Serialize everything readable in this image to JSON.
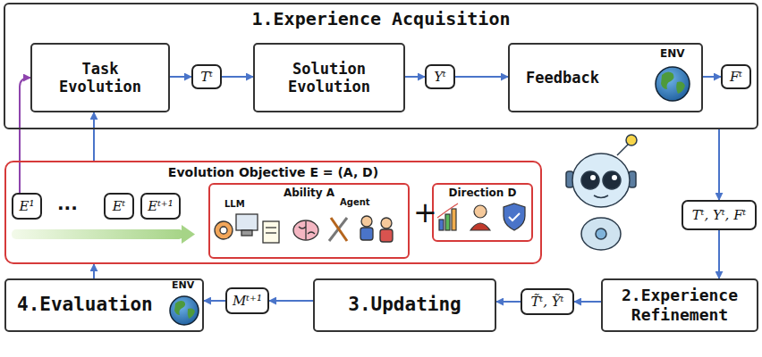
{
  "diagram": {
    "nodes": [
      {
        "text": [
          "1.Experience Acquisition"
        ]
      },
      {
        "text": [
          "Task Evolution"
        ],
        "in": 0
      },
      {
        "text": [
          "Tᵗ"
        ],
        "in": 0
      },
      {
        "text": [
          "Solution Evolution"
        ],
        "in": 0
      },
      {
        "text": [
          "Yᵗ"
        ],
        "in": 0
      },
      {
        "text": [
          "Feedback"
        ],
        "in": 0
      },
      {
        "text": [
          "Fᵗ"
        ],
        "in": 0
      },
      {
        "text": [
          "Evolution Objective E = (A, D)"
        ]
      },
      {
        "text": [
          "E¹"
        ],
        "in": 7
      },
      {
        "text": [
          "Eᵗ"
        ],
        "in": 7
      },
      {
        "text": [
          "Eᵗ⁺¹"
        ],
        "in": 7
      },
      {
        "text": [
          "Ability A"
        ],
        "in": 7
      },
      {
        "text": [
          "Direction D"
        ],
        "in": 7
      },
      {
        "text": [
          "Tᵗ, Yᵗ, Fᵗ"
        ]
      },
      {
        "text": [
          "2.Experience Refinement"
        ]
      },
      {
        "text": [
          "T̃ᵗ, Ỹᵗ"
        ]
      },
      {
        "text": [
          "3.Updating"
        ]
      },
      {
        "text": [
          "Mᵗ⁺¹"
        ]
      },
      {
        "text": [
          "4.Evaluation"
        ]
      }
    ],
    "edges": [
      {
        "from": 1,
        "to": 2,
        "arrow": "to"
      },
      {
        "from": 2,
        "to": 3,
        "arrow": "to"
      },
      {
        "from": 3,
        "to": 4,
        "arrow": "to"
      },
      {
        "from": 4,
        "to": 5,
        "arrow": "to"
      },
      {
        "from": 5,
        "to": 6,
        "arrow": "to"
      },
      {
        "from": 0,
        "to": 13,
        "arrow": "to"
      },
      {
        "from": 13,
        "to": 14,
        "arrow": "to"
      },
      {
        "from": 14,
        "to": 15,
        "arrow": "to"
      },
      {
        "from": 15,
        "to": 16,
        "arrow": "to"
      },
      {
        "from": 16,
        "to": 17,
        "arrow": "to"
      },
      {
        "from": 17,
        "to": 18,
        "arrow": "to"
      },
      {
        "from": 18,
        "to": 7,
        "arrow": "to"
      },
      {
        "from": 7,
        "to": 1,
        "arrow": "to"
      },
      {
        "from": 8,
        "to": 1,
        "arrow": "to"
      }
    ],
    "labels": [
      "...",
      "+",
      "LLM",
      "Agent",
      "ENV",
      "ENV"
    ]
  }
}
